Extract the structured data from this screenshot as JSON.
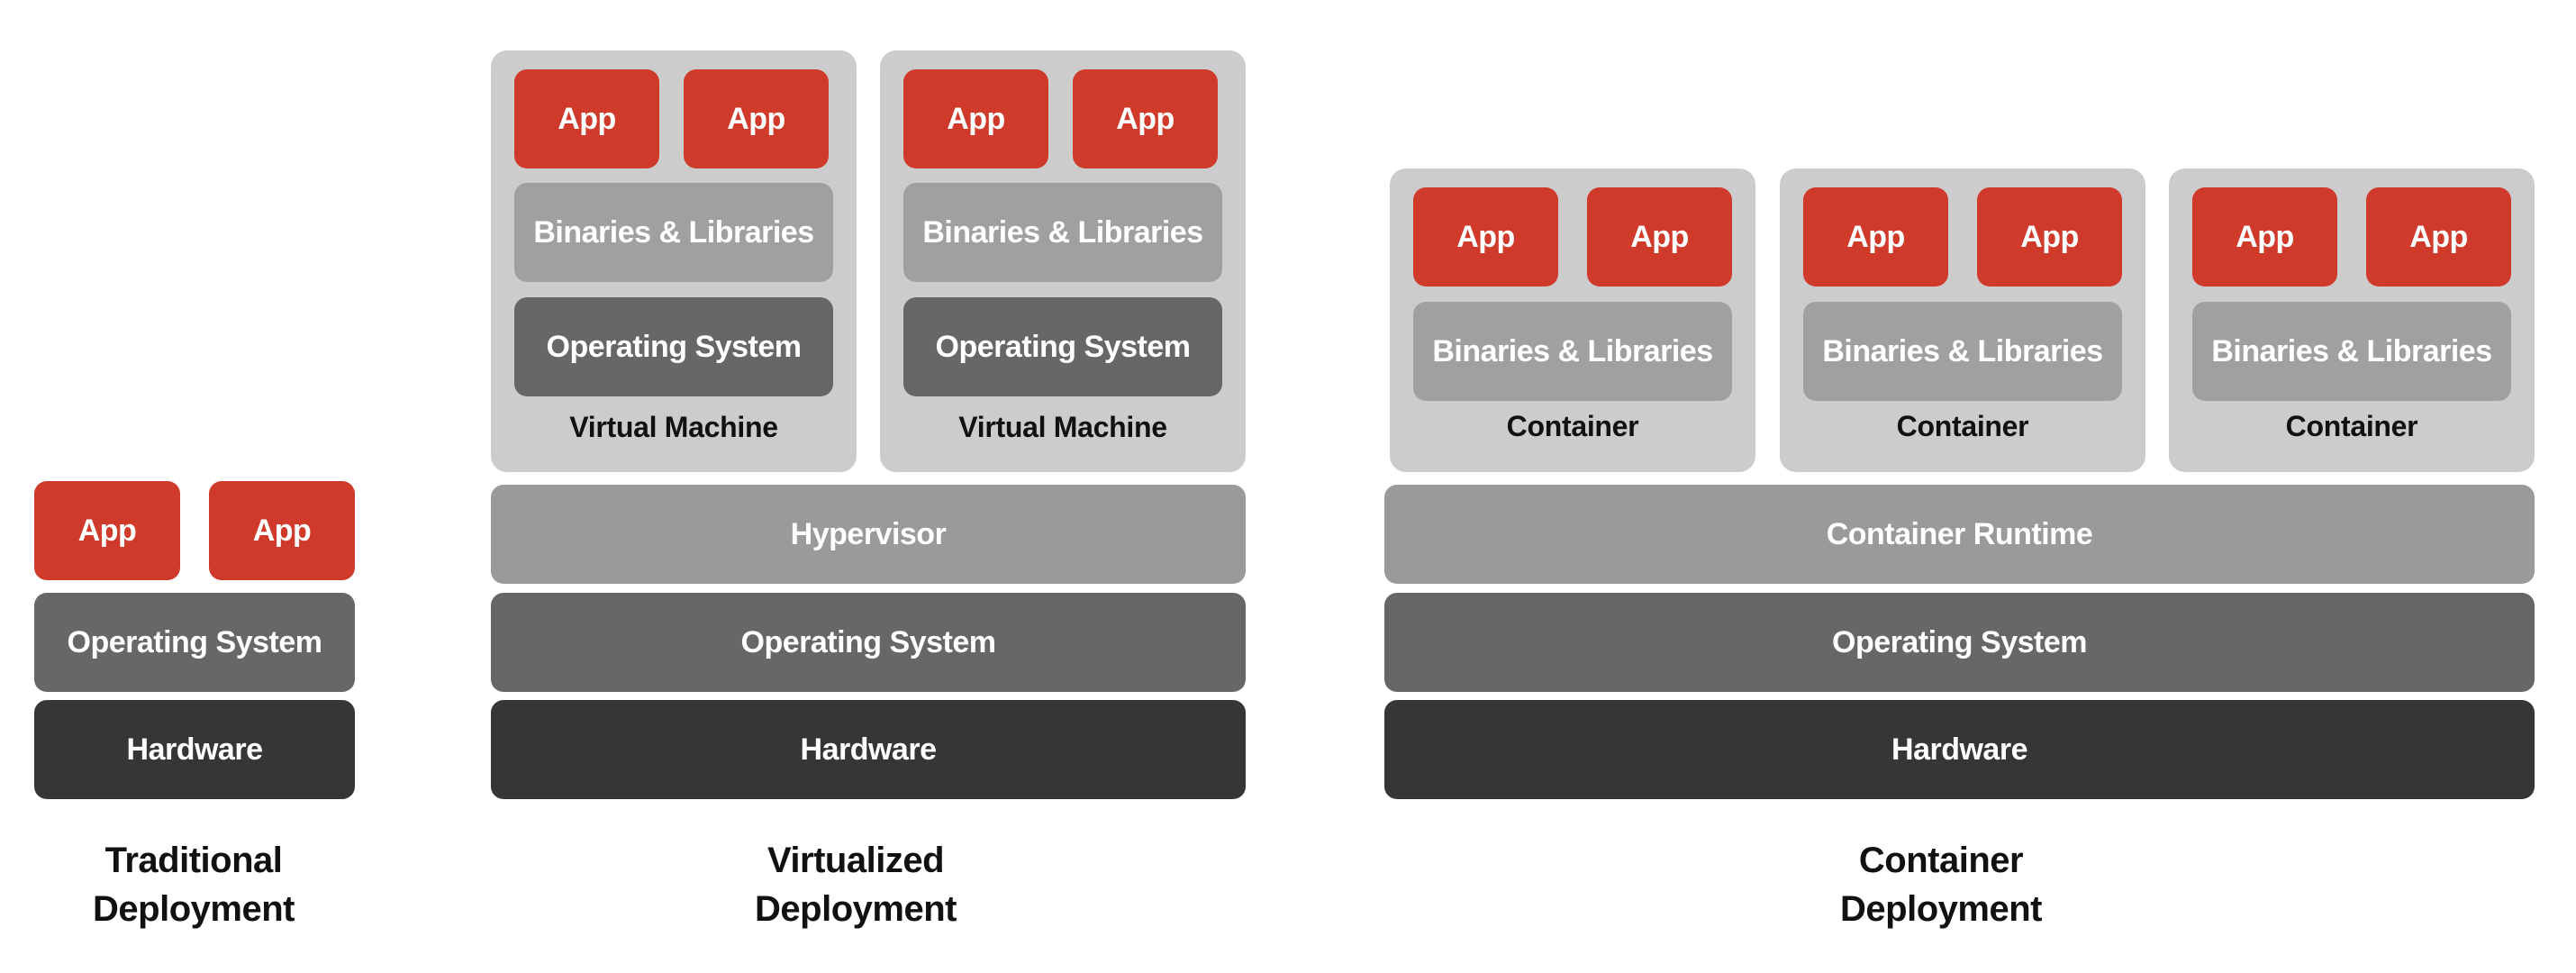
{
  "colors": {
    "app": "#d03a2b",
    "binaries": "#a0a0a0",
    "operating_system": "#676767",
    "hardware": "#363636",
    "hypervisor": "#9a9a9a",
    "panel": "#cccccc"
  },
  "traditional": {
    "apps": [
      "App",
      "App"
    ],
    "os": "Operating System",
    "hardware": "Hardware",
    "caption": [
      "Traditional",
      "Deployment"
    ]
  },
  "virtualized": {
    "vms": [
      {
        "apps": [
          "App",
          "App"
        ],
        "binaries": "Binaries & Libraries",
        "os": "Operating System",
        "label": "Virtual Machine"
      },
      {
        "apps": [
          "App",
          "App"
        ],
        "binaries": "Binaries & Libraries",
        "os": "Operating System",
        "label": "Virtual Machine"
      }
    ],
    "hypervisor": "Hypervisor",
    "os": "Operating System",
    "hardware": "Hardware",
    "caption": [
      "Virtualized",
      "Deployment"
    ]
  },
  "container": {
    "containers": [
      {
        "apps": [
          "App",
          "App"
        ],
        "binaries": "Binaries & Libraries",
        "label": "Container"
      },
      {
        "apps": [
          "App",
          "App"
        ],
        "binaries": "Binaries & Libraries",
        "label": "Container"
      },
      {
        "apps": [
          "App",
          "App"
        ],
        "binaries": "Binaries & Libraries",
        "label": "Container"
      }
    ],
    "runtime": "Container Runtime",
    "os": "Operating System",
    "hardware": "Hardware",
    "caption": [
      "Container",
      "Deployment"
    ]
  }
}
